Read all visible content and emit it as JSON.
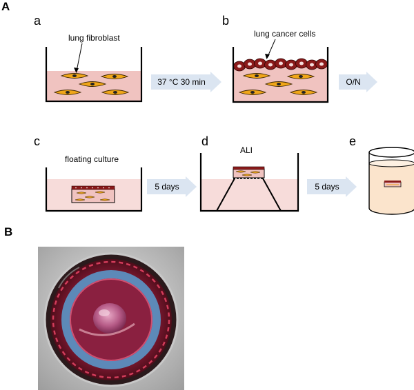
{
  "panels": {
    "A": "A",
    "B": "B"
  },
  "steps": {
    "a": "a",
    "b": "b",
    "c": "c",
    "d": "d",
    "e": "e"
  },
  "labels": {
    "lung_fibroblast": "lung fibroblast",
    "lung_cancer_cells": "lung cancer cells",
    "floating_culture": "floating culture",
    "ali": "ALI"
  },
  "arrows": {
    "a_to_b": "37 °C 30 min",
    "b_next": "O/N",
    "c_to_d": "5 days",
    "d_to_e": "5 days"
  },
  "colors": {
    "medium": "#f0c3c0",
    "medium_light": "#f7dcda",
    "fibroblast": "#f0a619",
    "cancer_cell": "#8a1a1a",
    "arrow_fill": "#dbe5f1",
    "tube_liquid": "#fbe4cc"
  }
}
